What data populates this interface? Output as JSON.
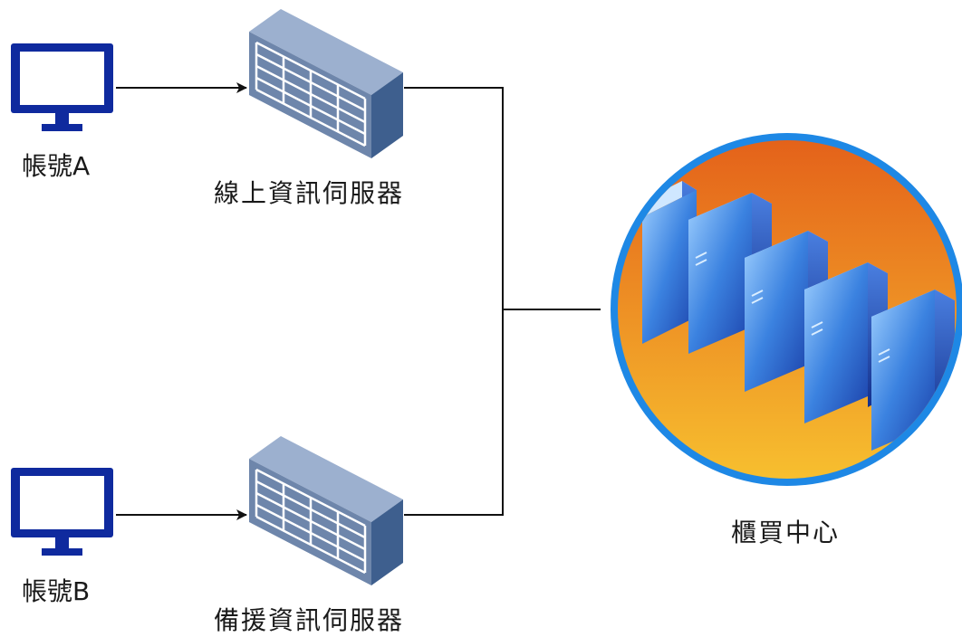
{
  "nodes": {
    "account_a": {
      "label": "帳號A",
      "icon": "monitor-icon"
    },
    "account_b": {
      "label": "帳號B",
      "icon": "monitor-icon"
    },
    "online_server": {
      "label": "線上資訊伺服器",
      "icon": "server-rack-icon"
    },
    "backup_server": {
      "label": "備援資訊伺服器",
      "icon": "server-rack-icon"
    },
    "trading_center": {
      "label": "櫃買中心",
      "icon": "data-center-icon"
    }
  },
  "colors": {
    "monitor": "#0f2a9e",
    "server_front": "#6e86ab",
    "server_side": "#3e5f8e",
    "server_top": "#9cb0cf",
    "circle_ring": "#1e88e5",
    "orange_top": "#e4621a",
    "orange_bottom": "#f7bf2f",
    "line": "#111111"
  }
}
